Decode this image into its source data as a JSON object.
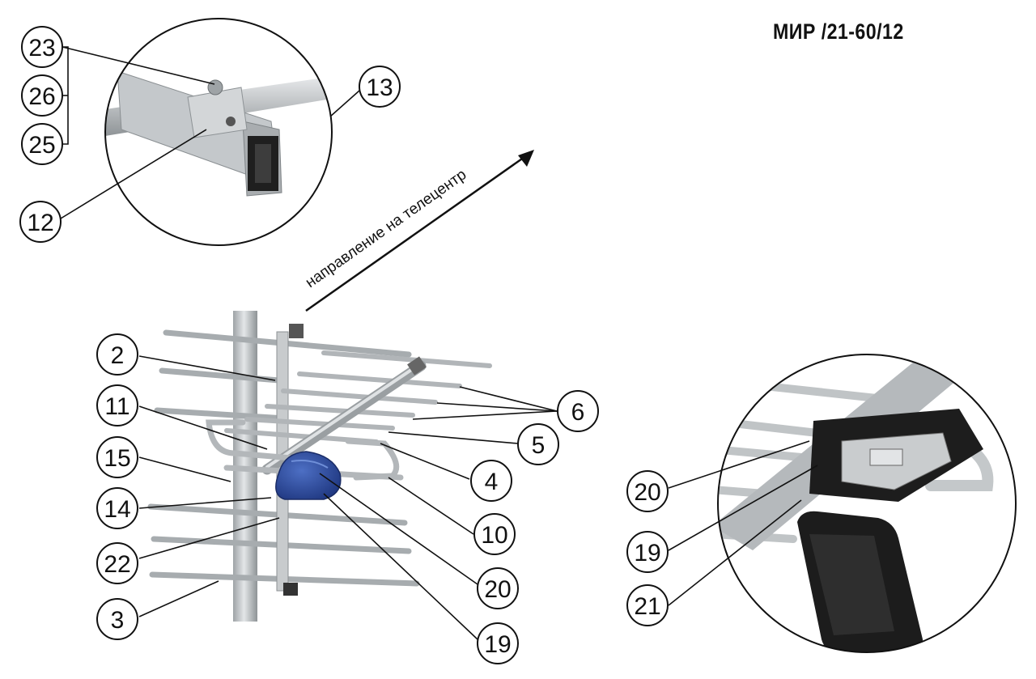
{
  "title": "МИР /21-60/12",
  "direction_label": "направление на телецентр",
  "callouts": {
    "c23": "23",
    "c26": "26",
    "c25": "25",
    "c12": "12",
    "c13": "13",
    "c2": "2",
    "c11": "11",
    "c15": "15",
    "c14": "14",
    "c22": "22",
    "c3": "3",
    "c6": "6",
    "c5": "5",
    "c4": "4",
    "c10": "10",
    "c20": "20",
    "c19": "19",
    "c20b": "20",
    "c19b": "19",
    "c21": "21"
  },
  "colors": {
    "metal": "#b9bdbf",
    "metal_dark": "#8c9194",
    "amplifier_blue": "#2f4fa3",
    "box_black": "#1d1d1d"
  }
}
